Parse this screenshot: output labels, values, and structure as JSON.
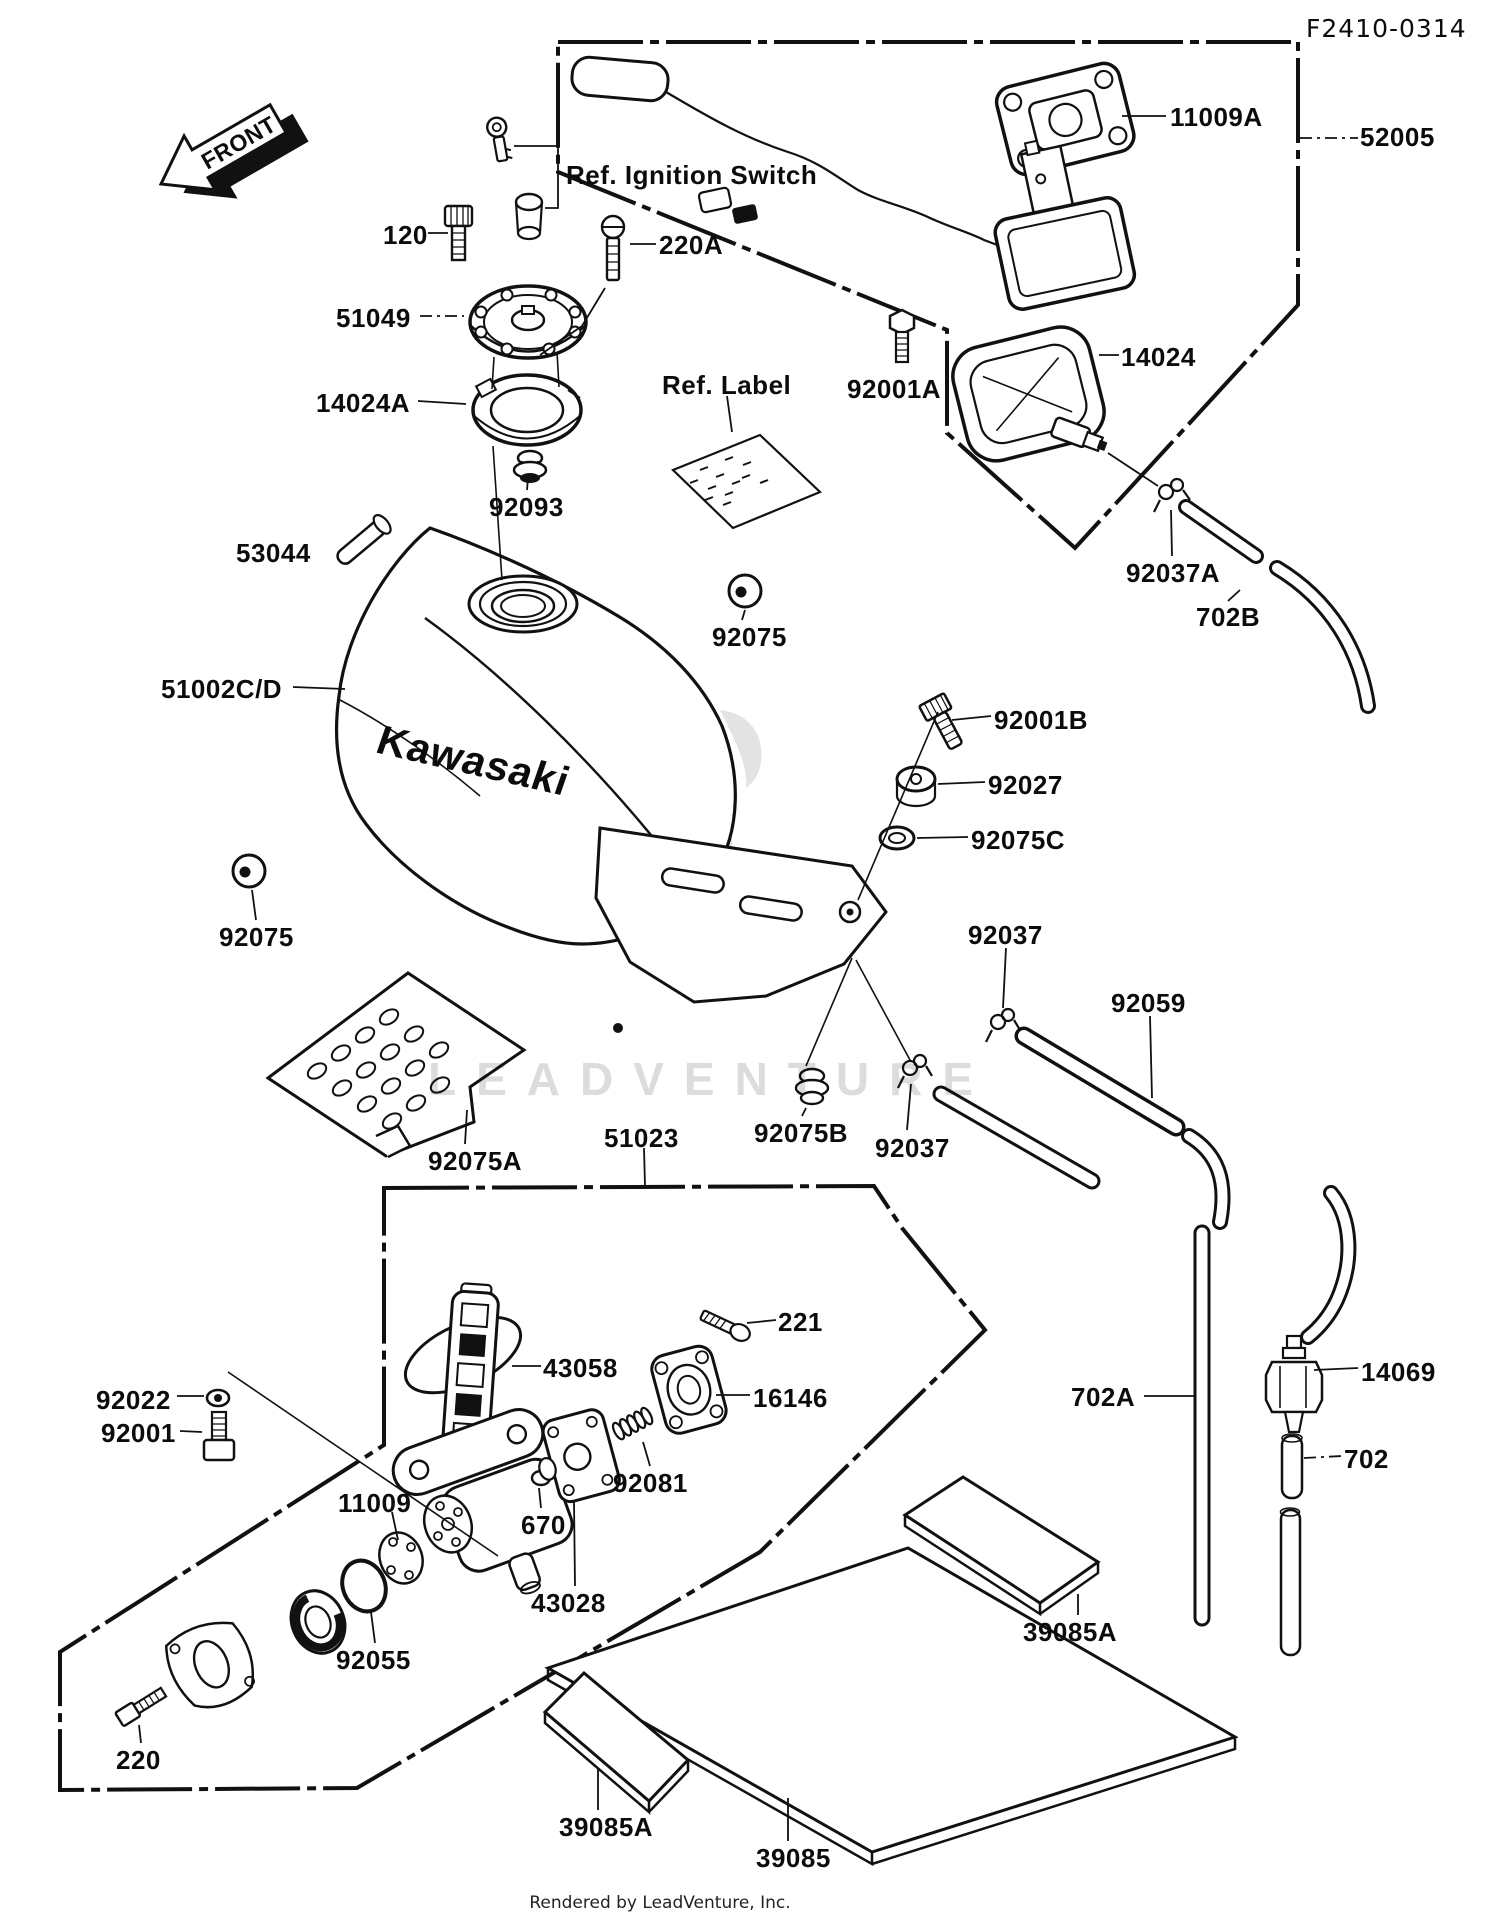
{
  "diagram": {
    "code": "F2410-0314",
    "front_marker": "FRONT",
    "tank_logo": "Kawasaki",
    "watermark": "LEADVENTURE",
    "footer": {
      "credit": "Rendered by LeadVenture, Inc."
    },
    "references": {
      "ignition_switch": "Ref. Ignition Switch",
      "label": "Ref. Label"
    },
    "part_numbers": {
      "p11009A": "11009A",
      "p52005": "52005",
      "p14024": "14024",
      "p92001A": "92001A",
      "p92037A": "92037A",
      "p702B": "702B",
      "p120": "120",
      "p220A": "220A",
      "p51049": "51049",
      "p14024A": "14024A",
      "p92093": "92093",
      "p53044": "53044",
      "p92075": "92075",
      "p51002CD": "51002C/D",
      "p92001B": "92001B",
      "p92027": "92027",
      "p92075C": "92075C",
      "p92037": "92037",
      "p92059": "92059",
      "p51023": "51023",
      "p92075A": "92075A",
      "p92075B": "92075B",
      "p92022": "92022",
      "p92001": "92001",
      "p43058": "43058",
      "p221": "221",
      "p16146": "16146",
      "p92081": "92081",
      "p11009": "11009",
      "p670": "670",
      "p43028": "43028",
      "p92055": "92055",
      "p220": "220",
      "p702A": "702A",
      "p14069": "14069",
      "p702": "702",
      "p39085A": "39085A",
      "p39085": "39085"
    }
  }
}
